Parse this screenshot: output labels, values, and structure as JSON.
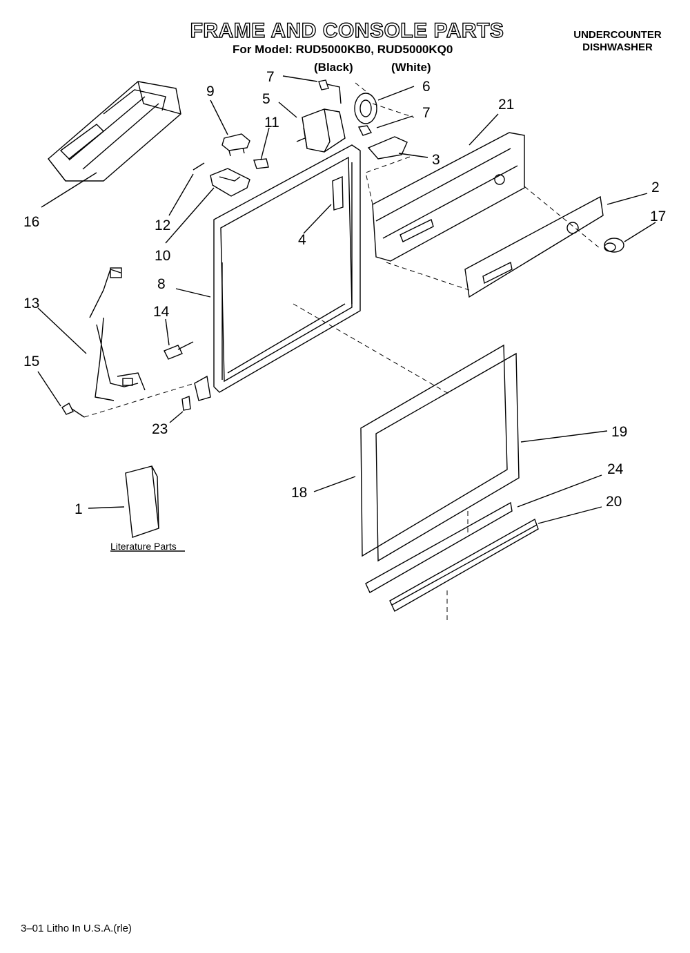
{
  "header": {
    "title": "FRAME AND CONSOLE PARTS",
    "subtitle": "For Model: RUD5000KB0, RUD5000KQ0",
    "color_black": "(Black)",
    "color_white": "(White)",
    "appliance_line1": "UNDERCOUNTER",
    "appliance_line2": "DISHWASHER"
  },
  "callouts": {
    "c1": "1",
    "c2": "2",
    "c3": "3",
    "c4": "4",
    "c5": "5",
    "c6": "6",
    "c7a": "7",
    "c7b": "7",
    "c8": "8",
    "c9": "9",
    "c10": "10",
    "c11": "11",
    "c12": "12",
    "c13": "13",
    "c14": "14",
    "c15": "15",
    "c16": "16",
    "c17": "17",
    "c18": "18",
    "c19": "19",
    "c20": "20",
    "c21": "21",
    "c23": "23",
    "c24": "24"
  },
  "literature_label": "Literature Parts",
  "footer": "3–01 Litho In U.S.A.(rle)"
}
